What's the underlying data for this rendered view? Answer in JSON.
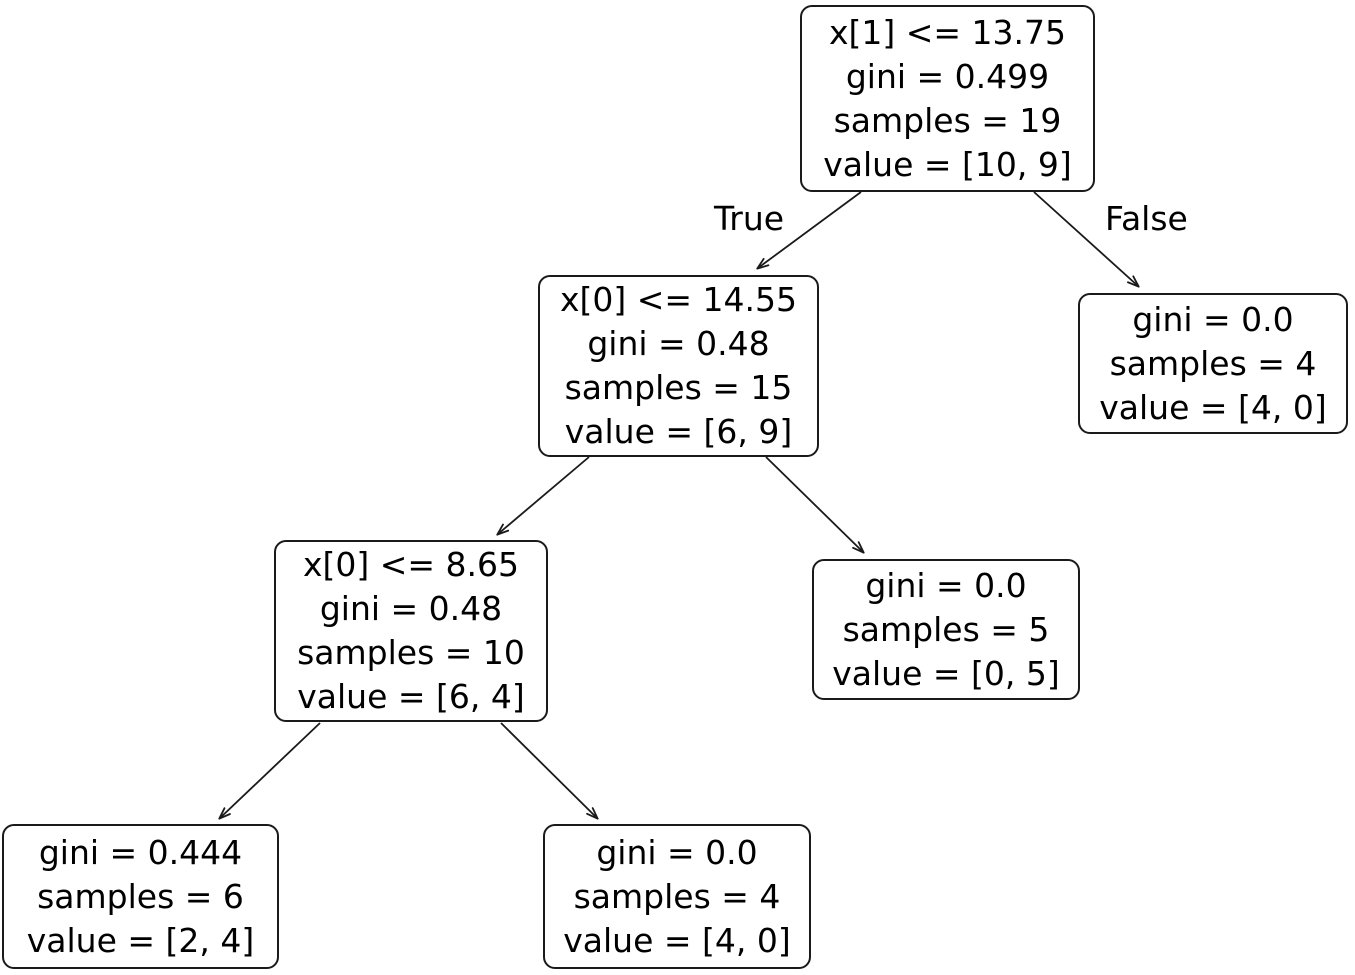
{
  "diagram": {
    "type": "decision-tree",
    "title": "",
    "background_color": "#ffffff",
    "node_border_color": "#1a1a1a",
    "text_color": "#000000"
  },
  "edge_labels": {
    "true_label": "True",
    "false_label": "False"
  },
  "nodes": [
    {
      "id": "root",
      "kind": "split",
      "condition": "x[1] <= 13.75",
      "gini": "gini = 0.499",
      "samples": "samples = 19",
      "value": "value = [10, 9]"
    },
    {
      "id": "n1",
      "kind": "split",
      "condition": "x[0] <= 14.55",
      "gini": "gini = 0.48",
      "samples": "samples = 15",
      "value": "value = [6, 9]"
    },
    {
      "id": "n2",
      "kind": "leaf",
      "condition": "",
      "gini": "gini = 0.0",
      "samples": "samples = 4",
      "value": "value = [4, 0]"
    },
    {
      "id": "n3",
      "kind": "split",
      "condition": "x[0] <= 8.65",
      "gini": "gini = 0.48",
      "samples": "samples = 10",
      "value": "value = [6, 4]"
    },
    {
      "id": "n4",
      "kind": "leaf",
      "condition": "",
      "gini": "gini = 0.0",
      "samples": "samples = 5",
      "value": "value = [0, 5]"
    },
    {
      "id": "n5",
      "kind": "leaf",
      "condition": "",
      "gini": "gini = 0.444",
      "samples": "samples = 6",
      "value": "value = [2, 4]"
    },
    {
      "id": "n6",
      "kind": "leaf",
      "condition": "",
      "gini": "gini = 0.0",
      "samples": "samples = 4",
      "value": "value = [4, 0]"
    }
  ]
}
